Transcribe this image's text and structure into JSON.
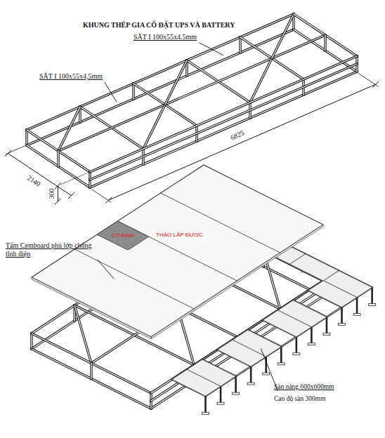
{
  "diagram": {
    "title": "KHUNG THÉP GIA CỐ ĐẶT UPS VÀ BATTERY",
    "nodes": [
      {
        "text": [
          "CỐ ĐỊNH"
        ]
      }
    ],
    "labels": [
      "SẮT I 100x55x4.5mm",
      "SẮT I 100x55x4,5mm",
      "6825",
      "2140",
      "300",
      "Tấm Cemboard phủ lớp chống tĩnh điện",
      "THÁO LẮP ĐƯỢC",
      "Sàn nâng 600x600mm",
      "Cao độ sàn 300mm"
    ]
  }
}
